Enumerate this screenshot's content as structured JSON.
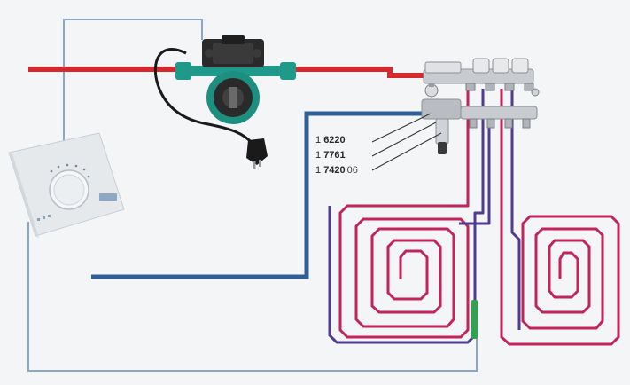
{
  "part_labels": [
    {
      "prefix": "1",
      "code": "6220",
      "suffix": ""
    },
    {
      "prefix": "1",
      "code": "7761",
      "suffix": ""
    },
    {
      "prefix": "1",
      "code": "7420",
      "suffix": "06"
    }
  ],
  "colors": {
    "hot_pipe": "#d42a2e",
    "return_pipe": "#2f5f99",
    "loop_red": "#c2245a",
    "loop_blue": "#4f3b8f",
    "signal_wire": "#8aa7c8",
    "pump_body": "#1f9a8a",
    "sensor": "#2ea44f"
  },
  "icons": [
    "thermostat-icon",
    "circulation-pump-icon",
    "power-plug-icon",
    "manifold-icon",
    "mixing-valve-icon",
    "floor-sensor-icon"
  ]
}
